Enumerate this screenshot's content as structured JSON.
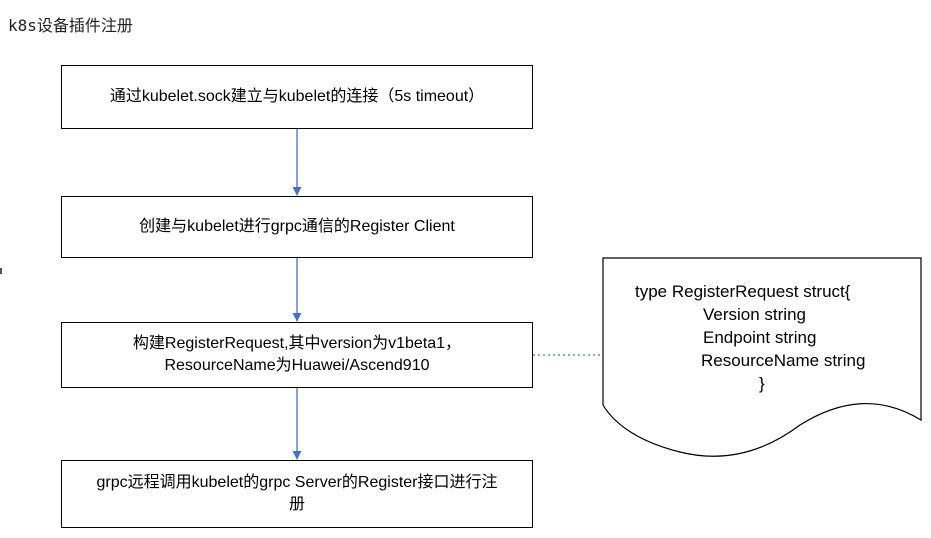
{
  "title": "k8s设备插件注册",
  "steps": [
    {
      "lines": [
        "通过kubelet.sock建立与kubelet的连接（5s timeout）"
      ]
    },
    {
      "lines": [
        "创建与kubelet进行grpc通信的Register Client"
      ]
    },
    {
      "lines": [
        "构建RegisterRequest,其中version为v1beta1，",
        "ResourceName为Huawei/Ascend910"
      ]
    },
    {
      "lines": [
        "grpc远程调用kubelet的grpc Server的Register接口进行注",
        "册"
      ]
    }
  ],
  "note": {
    "lines": [
      "type RegisterRequest struct{",
      "Version string",
      "Endpoint string",
      "ResourceName string",
      "}"
    ]
  },
  "colors": {
    "arrow": "#4472c4",
    "box_border": "#000000",
    "dotted_link": "#4472c4"
  }
}
